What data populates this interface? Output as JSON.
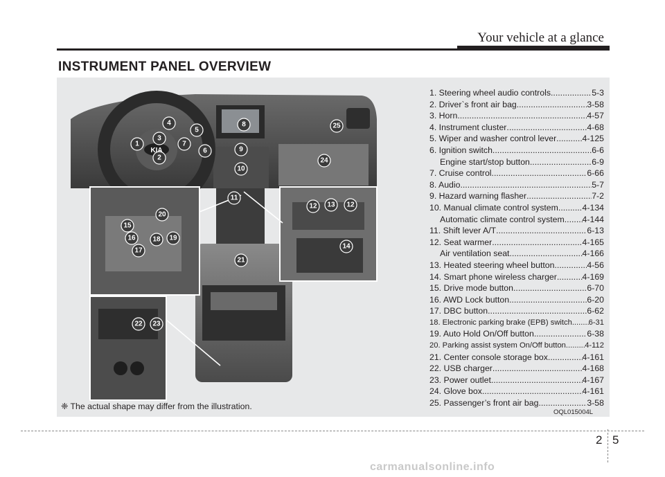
{
  "header": {
    "title": "Your vehicle at a glance"
  },
  "section_title": "INSTRUMENT PANEL OVERVIEW",
  "items": [
    {
      "label": "1. Steering wheel audio controls",
      "page": "5-3"
    },
    {
      "label": "2. Driver`s front air bag",
      "page": "3-58"
    },
    {
      "label": "3. Horn",
      "page": "4-57"
    },
    {
      "label": "4. Instrument cluster",
      "page": "4-68"
    },
    {
      "label": "5. Wiper and washer control lever",
      "page": "4-125"
    },
    {
      "label": "6. Ignition switch",
      "page": "6-6"
    },
    {
      "label": "Engine start/stop button",
      "page": "6-9",
      "sub": true
    },
    {
      "label": "7. Cruise control",
      "page": "6-66"
    },
    {
      "label": "8. Audio",
      "page": "5-7"
    },
    {
      "label": "9. Hazard warning flasher",
      "page": "7-2"
    },
    {
      "label": "10. Manual climate control system",
      "page": "4-134"
    },
    {
      "label": "Automatic climate control system",
      "page": "4-144",
      "sub": true
    },
    {
      "label": "11. Shift lever A/T",
      "page": "6-13"
    },
    {
      "label": "12. Seat warmer",
      "page": "4-165"
    },
    {
      "label": "Air ventilation seat",
      "page": "4-166",
      "sub": true
    },
    {
      "label": "13. Heated steering wheel button",
      "page": "4-56"
    },
    {
      "label": "14. Smart phone wireless charger",
      "page": "4-169"
    },
    {
      "label": "15. Drive mode button",
      "page": "6-70"
    },
    {
      "label": "16. AWD Lock button",
      "page": "6-20"
    },
    {
      "label": "17. DBC button",
      "page": "6-62"
    },
    {
      "label": "18. Electronic parking brake (EPB) switch",
      "page": "6-31",
      "small": true
    },
    {
      "label": "19. Auto Hold On/Off button",
      "page": "6-38"
    },
    {
      "label": "20. Parking assist system On/Off button",
      "page": "4-112",
      "small": true
    },
    {
      "label": "21. Center console storage box",
      "page": "4-161"
    },
    {
      "label": "22. USB charger",
      "page": "4-168"
    },
    {
      "label": "23. Power outlet",
      "page": "4-167"
    },
    {
      "label": "24. Glove box",
      "page": "4-161"
    },
    {
      "label": "25. Passenger’s front air bag",
      "page": "3-58"
    }
  ],
  "footnote": "❈ The actual shape may differ from the illustration.",
  "image_code": "OQL015004L",
  "illustration": {
    "logo_text": "KIA",
    "callouts": [
      "1",
      "2",
      "3",
      "4",
      "5",
      "6",
      "7",
      "8",
      "9",
      "10",
      "11",
      "12",
      "13",
      "12",
      "14",
      "15",
      "16",
      "17",
      "18",
      "19",
      "20",
      "21",
      "22",
      "23",
      "24",
      "25"
    ]
  },
  "page_number": {
    "chapter": "2",
    "page": "5"
  },
  "watermark": "carmanualsonline.info"
}
